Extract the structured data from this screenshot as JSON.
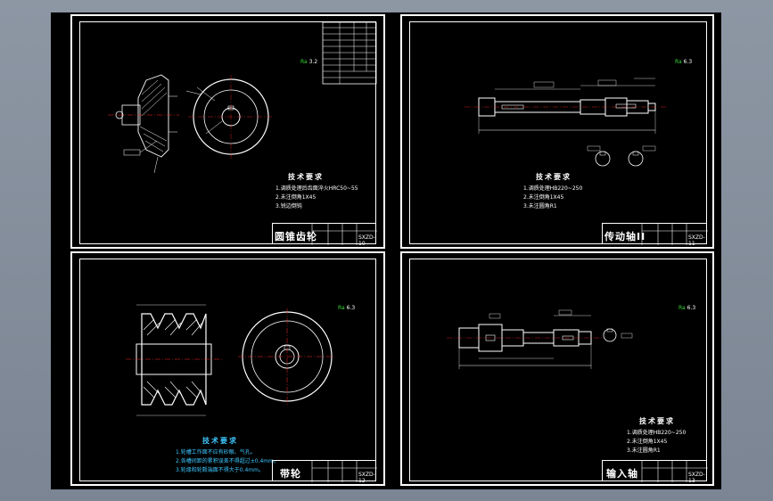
{
  "sheets": [
    {
      "id": "top-left",
      "part_name": "圆锥齿轮",
      "title_code": "SXZD-10",
      "roughness_main": "Ra",
      "roughness_value": "3.2",
      "tech_title": "技术要求",
      "tech_notes": [
        "1.调质处理后齿面淬火HRC50~55",
        "2.未注倒角1X45",
        "3.锐边倒钝"
      ]
    },
    {
      "id": "top-right",
      "part_name": "传动轴II",
      "title_code": "SXZD-11",
      "roughness_main": "Ra",
      "roughness_value": "6.3",
      "tech_title": "技术要求",
      "tech_notes": [
        "1.调质处理HB220~250",
        "2.未注倒角1X45",
        "3.未注圆角R1"
      ]
    },
    {
      "id": "bottom-left",
      "part_name": "带轮",
      "title_code": "SXZD-12",
      "roughness_main": "Ra",
      "roughness_value": "6.3",
      "tech_title": "技术要求",
      "tech_notes": [
        "1.轮槽工作面不应有砂眼、气孔。",
        "2.各槽间距的累积误差不得超过±0.4mm。",
        "3.轮缘和轮毂端面不得大于0.4mm。"
      ]
    },
    {
      "id": "bottom-right",
      "part_name": "输入轴",
      "title_code": "SXZD-13",
      "roughness_main": "Ra",
      "roughness_value": "6.3",
      "tech_title": "技术要求",
      "tech_notes": [
        "1.调质处理HB220~250",
        "2.未注倒角1X45",
        "3.未注圆角R1"
      ]
    }
  ],
  "colors": {
    "background": "#000000",
    "lines": "#ffffff",
    "dimensions": "#ffffff",
    "centerline": "#ff2a2a",
    "accent_text": "#3ec8ff",
    "roughness": "#36d936"
  }
}
